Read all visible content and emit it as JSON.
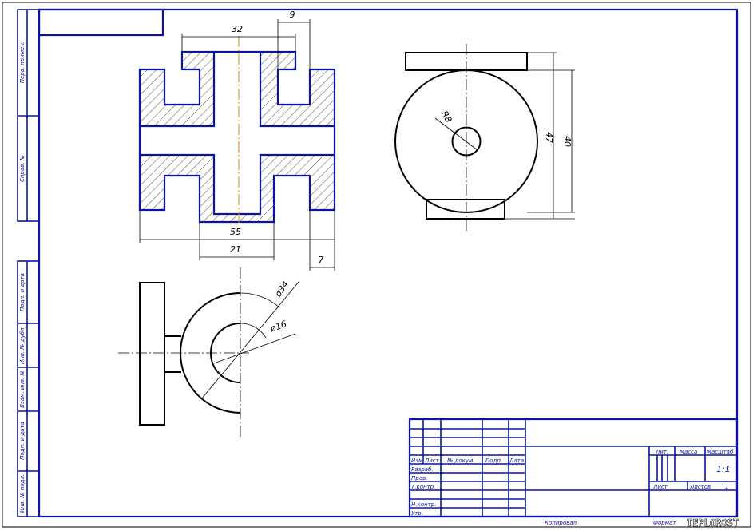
{
  "side_labels": [
    "Перв. примен.",
    "Справ. №",
    "Подп. и дата",
    "Инв. № дубл.",
    "Взам. инв. №",
    "Подп. и дата",
    "Инв. № подл."
  ],
  "dimensions": {
    "front": {
      "d32": "32",
      "d9": "9",
      "d55": "55",
      "d21": "21",
      "d7": "7"
    },
    "side": {
      "r8": "R8",
      "d47": "47",
      "d40": "40"
    },
    "bottom": {
      "phi34": "ø34",
      "phi16": "ø16"
    }
  },
  "title_block": {
    "col_headers": [
      "Изм.",
      "Лист",
      "№ докум.",
      "Подп.",
      "Дата"
    ],
    "row_labels": [
      "Разраб.",
      "Пров.",
      "Т.контр.",
      "",
      "Н.контр.",
      "Утв."
    ],
    "lit_label": "Лит.",
    "mass_label": "Масса",
    "scale_label": "Масштаб",
    "scale_value": "1:1",
    "sheet_label": "Лист",
    "sheets_label": "Листов",
    "sheets_value": "1",
    "copied": "Копировал",
    "format": "Формат"
  },
  "watermark": "TEPLOROST"
}
